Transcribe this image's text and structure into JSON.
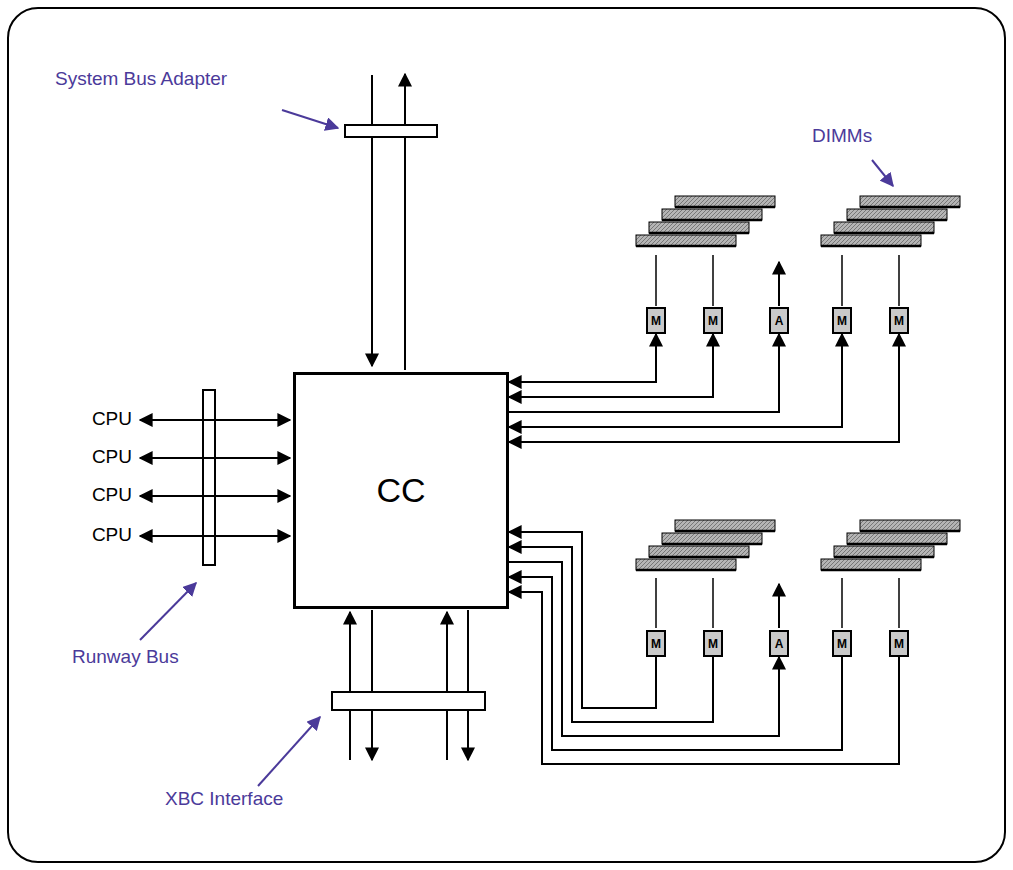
{
  "diagram": {
    "nodes": [
      {
        "text": [
          "CC"
        ]
      },
      {
        "text": [
          "M"
        ]
      },
      {
        "text": [
          "M"
        ]
      },
      {
        "text": [
          "A"
        ]
      },
      {
        "text": [
          "M"
        ]
      },
      {
        "text": [
          "M"
        ]
      },
      {
        "text": [
          "M"
        ]
      },
      {
        "text": [
          "M"
        ]
      },
      {
        "text": [
          "A"
        ]
      },
      {
        "text": [
          "M"
        ]
      },
      {
        "text": [
          "M"
        ]
      }
    ],
    "edges": [
      {
        "from": 0,
        "to": 1,
        "arrow": "both"
      },
      {
        "from": 0,
        "to": 2,
        "arrow": "both"
      },
      {
        "from": 0,
        "to": 3,
        "arrow": "to"
      },
      {
        "from": 0,
        "to": 4,
        "arrow": "both"
      },
      {
        "from": 0,
        "to": 5,
        "arrow": "both"
      },
      {
        "from": 6,
        "to": 0,
        "arrow": "to"
      },
      {
        "from": 7,
        "to": 0,
        "arrow": "to"
      },
      {
        "from": 0,
        "to": 8,
        "arrow": "to"
      },
      {
        "from": 9,
        "to": 0,
        "arrow": "to"
      },
      {
        "from": 10,
        "to": 0,
        "arrow": "to"
      }
    ],
    "labels": [
      "System Bus Adapter",
      "DIMMs",
      "CPU",
      "CPU",
      "CPU",
      "CPU",
      "Runway Bus",
      "XBC Interface"
    ]
  }
}
